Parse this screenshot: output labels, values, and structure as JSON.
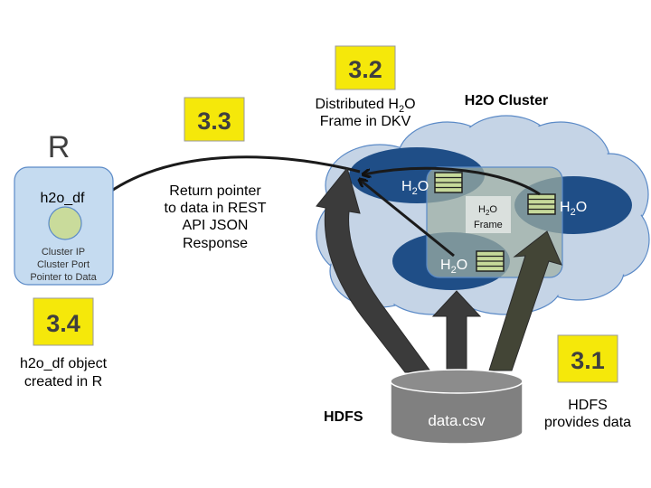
{
  "colors": {
    "badge_fill": "#f5e80a",
    "badge_border": "#9a9a9a",
    "cloud_fill": "#c5d4e6",
    "cloud_stroke": "#5b8ac7",
    "node_fill": "#1f4e87",
    "frame_fill": "#a9b6ae",
    "stack_fill": "#c6d99a",
    "r_box_fill": "#c5dbf0",
    "r_circle_fill": "#c9db9b",
    "db_fill": "#808080",
    "arrow_fill": "#3b3b3b"
  },
  "r_panel": {
    "title": "R",
    "object_name": "h2o_df",
    "lines": [
      "Cluster IP",
      "Cluster Port",
      "Pointer to Data"
    ]
  },
  "steps": [
    {
      "id": "3.1",
      "label": "3.1",
      "caption": [
        "HDFS",
        "provides data"
      ]
    },
    {
      "id": "3.2",
      "label": "3.2",
      "caption_line1_pre": "Distributed H",
      "caption_line1_sub": "2",
      "caption_line1_post": "O",
      "caption_line2": "Frame in DKV"
    },
    {
      "id": "3.3",
      "label": "3.3",
      "caption": [
        "Return pointer",
        "to data in REST",
        "API JSON",
        "Response"
      ]
    },
    {
      "id": "3.4",
      "label": "3.4",
      "caption": [
        "h2o_df object",
        "created in R"
      ]
    }
  ],
  "cluster": {
    "title": "H2O Cluster",
    "nodes": [
      {
        "pre": "H",
        "sub": "2",
        "post": "O"
      },
      {
        "pre": "H",
        "sub": "2",
        "post": "O"
      },
      {
        "pre": "H",
        "sub": "2",
        "post": "O"
      }
    ],
    "frame": {
      "pre": "H",
      "sub": "2",
      "post": "O",
      "line2": "Frame"
    }
  },
  "hdfs": {
    "label": "HDFS",
    "file": "data.csv"
  }
}
